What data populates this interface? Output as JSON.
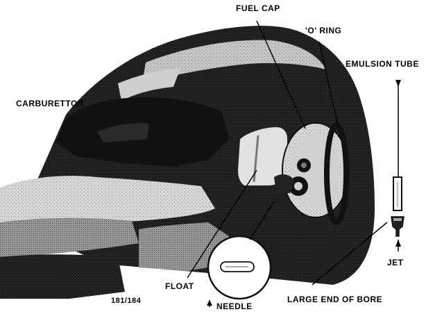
{
  "labels": {
    "fuel_cap": "FUEL CAP",
    "o_ring": "'O' RING",
    "emulsion_tube": "EMULSION TUBE",
    "carburettor": "CARBURETTOR",
    "float": "FLOAT",
    "jet": "JET",
    "needle": "NEEDLE",
    "large_end_of_bore": "LARGE END OF BORE",
    "figure_number": "181/184"
  }
}
